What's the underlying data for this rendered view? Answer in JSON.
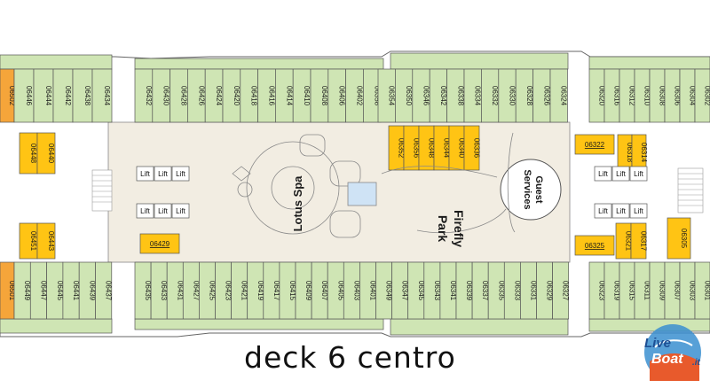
{
  "title": "deck 6 centro",
  "venues": {
    "spa": "Lotus Spa",
    "park_line1": "Firefly",
    "park_line2": "Park",
    "guest_line1": "Guest",
    "guest_line2": "Services"
  },
  "lift_label": "Lift",
  "logo": {
    "word1": "Live",
    "word2": "Boat",
    "suffix": ".it"
  },
  "colors": {
    "cabin_green": "#cfe5b4",
    "cabin_orange": "#f5a53a",
    "cabin_yellow": "#ffc414",
    "floor": "#f2ede2",
    "outline": "#555555"
  },
  "cabins": {
    "top_left_orange": "06502",
    "top_left": [
      "06446",
      "06444",
      "06442",
      "06438",
      "06434"
    ],
    "top_mid_a": [
      "06432",
      "06430",
      "06428",
      "06426",
      "06424",
      "06420",
      "06418",
      "06416",
      "06414",
      "06410",
      "06408",
      "06406",
      "06402",
      "06358"
    ],
    "top_mid_b": [
      "06354",
      "06350",
      "06346",
      "06342",
      "06338",
      "06334",
      "06332",
      "06330",
      "06328",
      "06326",
      "06324"
    ],
    "top_right": [
      "06320",
      "06316",
      "06312",
      "06310",
      "06308",
      "06306",
      "06304",
      "06302"
    ],
    "bottom_left_orange": "06501",
    "bottom_left": [
      "06449",
      "06447",
      "06445",
      "06441",
      "06439",
      "06437"
    ],
    "bottom_mid": [
      "06435",
      "06433",
      "06431",
      "06427",
      "06425",
      "06423",
      "06421",
      "06419",
      "06417",
      "06415",
      "06409",
      "06407",
      "06405",
      "06403",
      "06401",
      "06349",
      "06347",
      "06345",
      "06343",
      "06341",
      "06339",
      "06337",
      "06335",
      "06333",
      "06331",
      "06329",
      "06327"
    ],
    "bottom_right": [
      "06323",
      "06319",
      "06315",
      "06311",
      "06309",
      "06307",
      "06303",
      "06301"
    ],
    "inner_upper_left": [
      "06448",
      "06440"
    ],
    "inner_lower_left": [
      "06451",
      "06443"
    ],
    "inner_accessible_spa": "06429",
    "inner_mid": [
      "06352",
      "06356",
      "06348",
      "06344",
      "06340",
      "06336"
    ],
    "inner_right_top": "06322",
    "inner_right_upper": [
      "06318",
      "06314"
    ],
    "inner_right_lower": [
      "06325",
      "06321",
      "06317"
    ],
    "inner_right_far": "06305"
  }
}
